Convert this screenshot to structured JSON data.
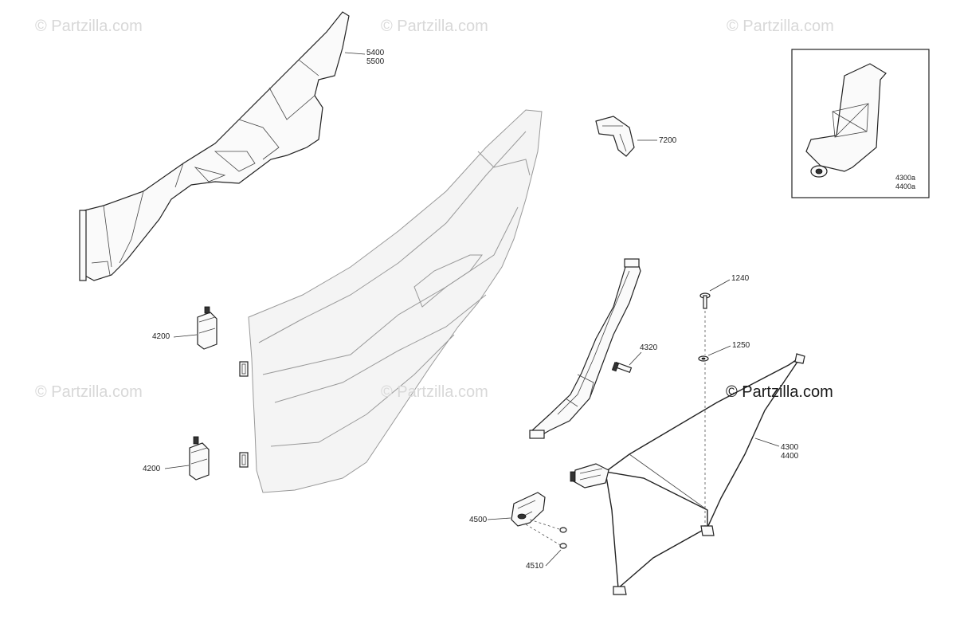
{
  "watermarks": {
    "faded": "© Partzilla.com",
    "main": "© Partzilla.com"
  },
  "callouts": {
    "c5400": "5400",
    "c5500": "5500",
    "c7200": "7200",
    "c4300a": "4300a",
    "c4400a": "4400a",
    "c4200_top": "4200",
    "c4200_bottom": "4200",
    "c1240": "1240",
    "c1250": "1250",
    "c4320": "4320",
    "c4300": "4300",
    "c4400": "4400",
    "c4500": "4500",
    "c4510": "4510"
  },
  "colors": {
    "background": "#ffffff",
    "line": "#222222",
    "watermark": "#d8d8d8"
  }
}
